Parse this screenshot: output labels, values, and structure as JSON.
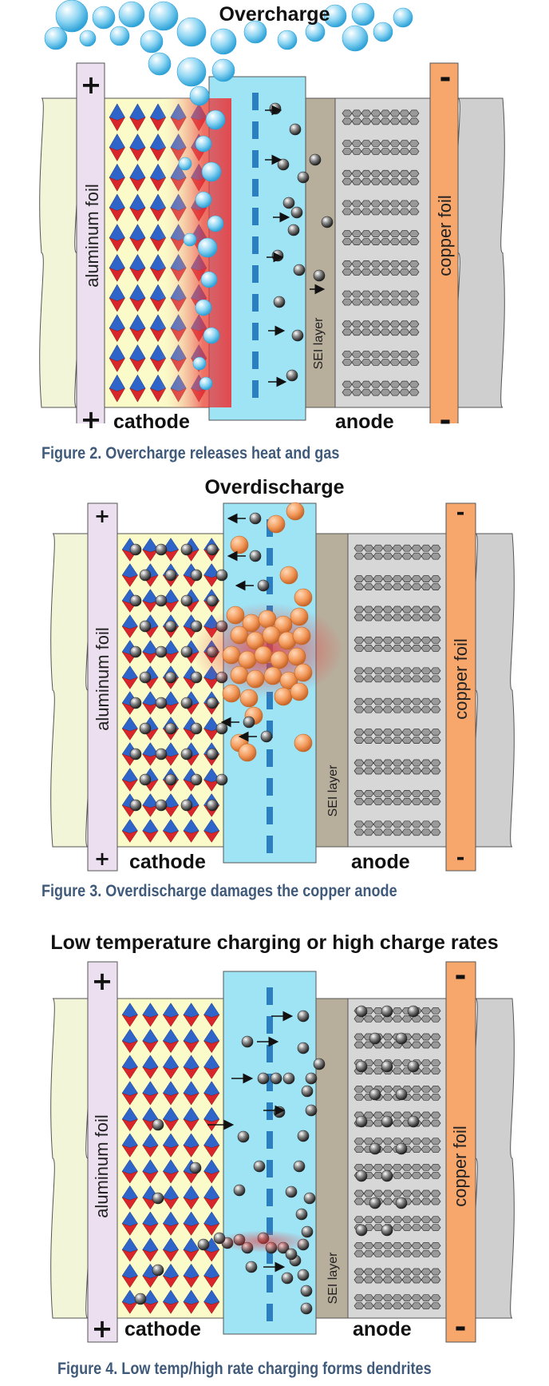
{
  "panels": [
    {
      "id": "overcharge",
      "title": "Overcharge",
      "caption": "Figure 2. Overcharge releases heat and gas",
      "labels": {
        "aluminum": "aluminum foil",
        "copper": "copper foil",
        "cathode": "cathode",
        "anode": "anode",
        "sei": "SEI layer"
      },
      "signs": {
        "plus": "+",
        "minus": "-"
      }
    },
    {
      "id": "overdischarge",
      "title": "Overdischarge",
      "caption": "Figure 3. Overdischarge damages the copper anode",
      "labels": {
        "aluminum": "aluminum foil",
        "copper": "copper foil",
        "cathode": "cathode",
        "anode": "anode",
        "sei": "SEI layer"
      },
      "signs": {
        "plus": "+",
        "minus": "-"
      }
    },
    {
      "id": "low-temp",
      "title": "Low temperature charging or high charge rates",
      "caption": "Figure 4. Low temp/high rate charging forms dendrites",
      "labels": {
        "aluminum": "aluminum foil",
        "copper": "copper foil",
        "cathode": "cathode",
        "anode": "anode",
        "sei": "SEI layer"
      },
      "signs": {
        "plus": "+",
        "minus": "-"
      }
    }
  ],
  "colors": {
    "aluminum_foil": "#ece0f0",
    "copper_foil": "#f7a66c",
    "cathode_bg": "#fbfbc9",
    "electrolyte": "#9ee4f5",
    "separator": "#2c7fbf",
    "sei_layer": "#b8ae9c",
    "anode_bg": "#d7d7d7",
    "collector_left": "#f2f5d8",
    "collector_right": "#cfcfcf",
    "caption": "#3f5a7a",
    "gas_bubble": "#8fd6f3",
    "copper_ion": "#f3995a",
    "heat": "#e8383b"
  }
}
